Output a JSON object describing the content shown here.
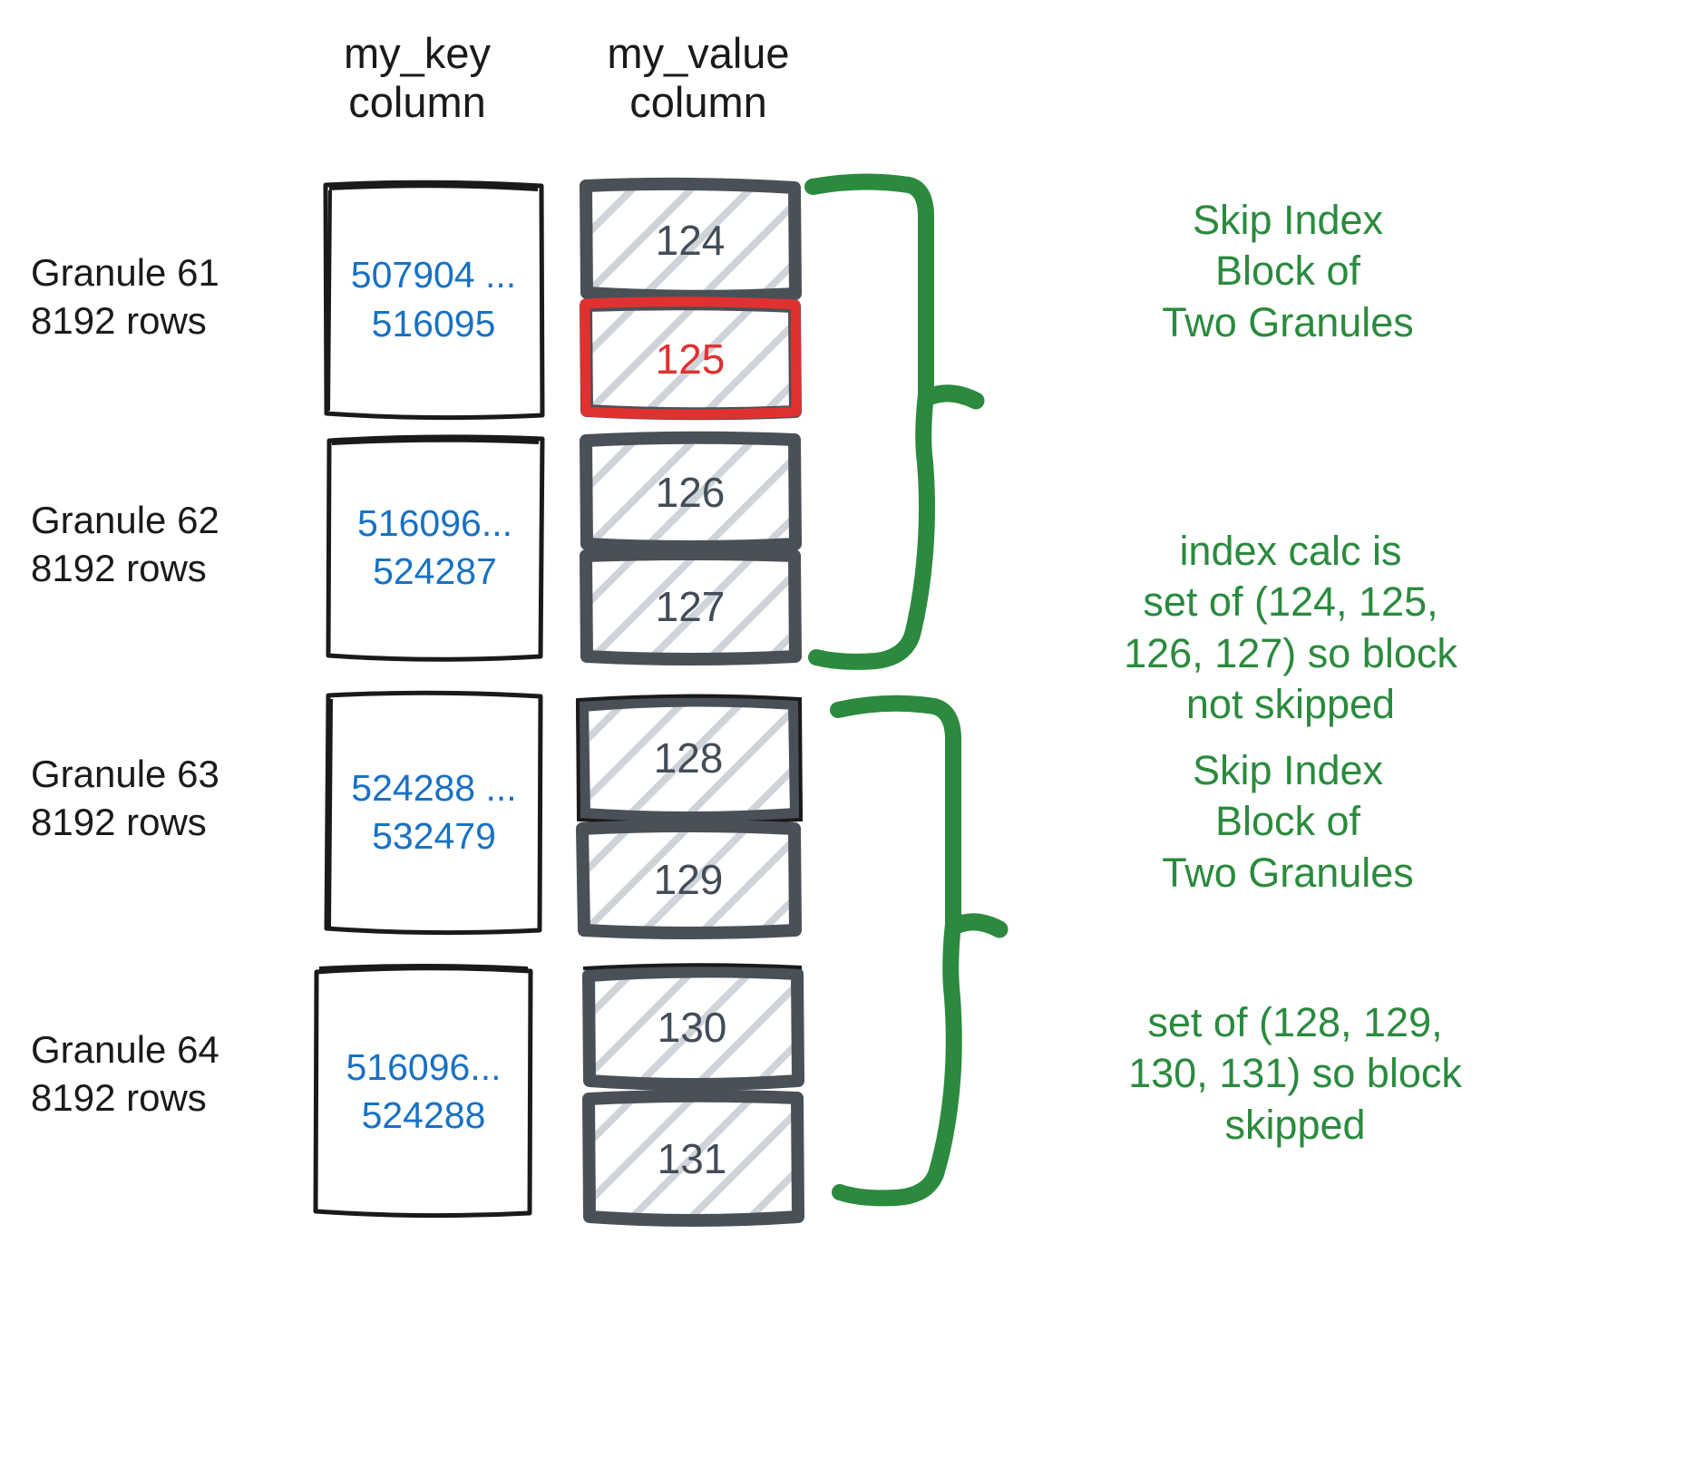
{
  "headers": {
    "key_column": "my_key\ncolumn",
    "value_column": "my_value\ncolumn"
  },
  "colors": {
    "key_text": "#1971c2",
    "value_text": "#434d58",
    "highlight": "#e03131",
    "annotation": "#2b8a3e",
    "box_stroke": "#1a1a1a",
    "value_box_stroke": "#495057",
    "hatch": "#ced4da"
  },
  "granules": [
    {
      "label": "Granule 61\n8192 rows",
      "key_range": "507904 ...\n516095",
      "values": [
        {
          "value": "124",
          "highlighted": false
        },
        {
          "value": "125",
          "highlighted": true
        }
      ]
    },
    {
      "label": "Granule 62\n8192 rows",
      "key_range": "516096...\n524287",
      "values": [
        {
          "value": "126",
          "highlighted": false
        },
        {
          "value": "127",
          "highlighted": false
        }
      ]
    },
    {
      "label": "Granule 63\n8192 rows",
      "key_range": "524288 ...\n532479",
      "values": [
        {
          "value": "128",
          "highlighted": false
        },
        {
          "value": "129",
          "highlighted": false
        }
      ]
    },
    {
      "label": "Granule 64\n8192 rows",
      "key_range": "516096...\n524288",
      "values": [
        {
          "value": "130",
          "highlighted": false
        },
        {
          "value": "131",
          "highlighted": false
        }
      ]
    }
  ],
  "annotations": [
    {
      "id": "block-1-title",
      "text": "Skip Index\nBlock of\nTwo Granules"
    },
    {
      "id": "block-1-calc",
      "text": "index calc is\nset of (124, 125,\n126, 127) so block\nnot skipped"
    },
    {
      "id": "block-2-title",
      "text": "Skip Index\nBlock of\nTwo Granules"
    },
    {
      "id": "block-2-calc",
      "text": "set of (128, 129,\n130, 131) so block\nskipped"
    }
  ]
}
